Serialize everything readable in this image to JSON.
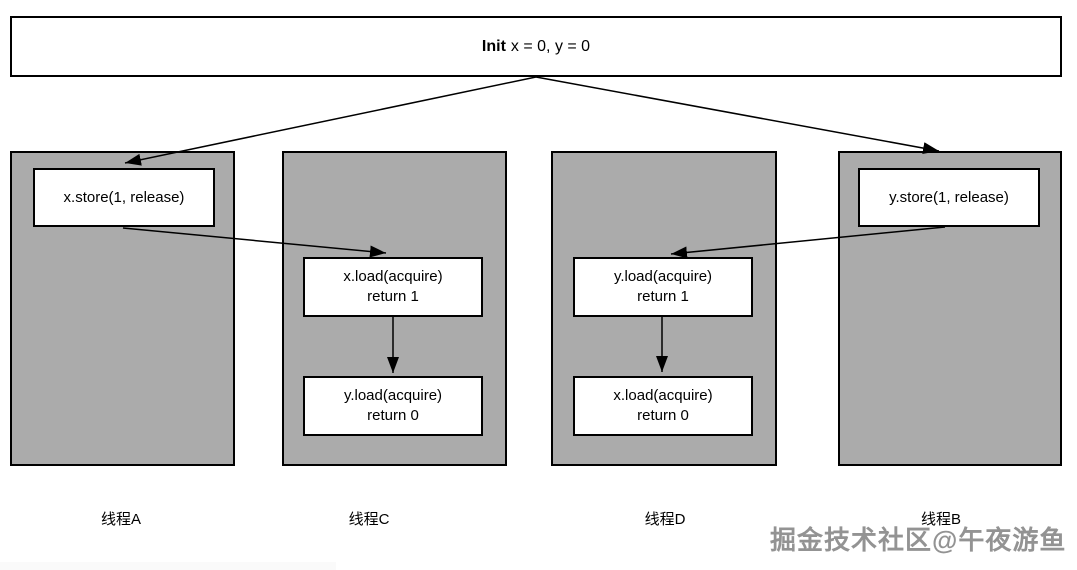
{
  "diagram": {
    "init": {
      "keyword": "Init",
      "expression": "x = 0, y = 0"
    },
    "threads": [
      {
        "id": "A",
        "label": "线程A",
        "nodes": [
          {
            "line1": "x.store(1, release)",
            "line2": ""
          }
        ]
      },
      {
        "id": "C",
        "label": "线程C",
        "nodes": [
          {
            "line1": "x.load(acquire)",
            "line2": "return 1"
          },
          {
            "line1": "y.load(acquire)",
            "line2": "return 0"
          }
        ]
      },
      {
        "id": "D",
        "label": "线程D",
        "nodes": [
          {
            "line1": "y.load(acquire)",
            "line2": "return 1"
          },
          {
            "line1": "x.load(acquire)",
            "line2": "return 0"
          }
        ]
      },
      {
        "id": "B",
        "label": "线程B",
        "nodes": [
          {
            "line1": "y.store(1, release)",
            "line2": ""
          }
        ]
      }
    ],
    "edges": [
      {
        "from": "init",
        "to": "thread-A x.store"
      },
      {
        "from": "init",
        "to": "thread-B y.store"
      },
      {
        "from": "thread-A x.store",
        "to": "thread-C x.load"
      },
      {
        "from": "thread-B y.store",
        "to": "thread-D y.load"
      },
      {
        "from": "thread-C x.load",
        "to": "thread-C y.load"
      },
      {
        "from": "thread-D y.load",
        "to": "thread-D x.load"
      }
    ],
    "colors": {
      "thread_fill": "#ababab",
      "node_fill": "#ffffff",
      "border": "#000000",
      "arrow": "#000000"
    }
  },
  "watermark": {
    "text": "掘金技术社区@午夜游鱼"
  }
}
